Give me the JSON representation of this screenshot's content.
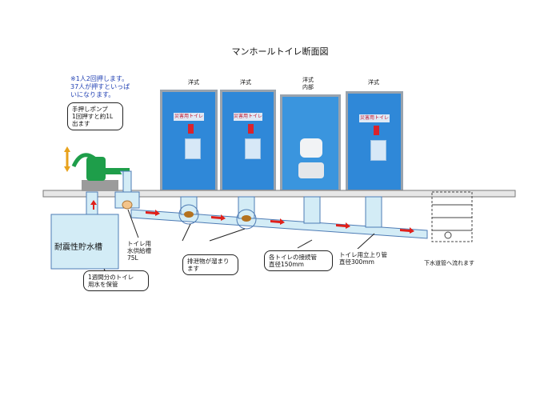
{
  "title": "マンホールトイレ断面図",
  "note": "※1人2回押します。\n37人が押すといっぱ\nいになります。",
  "toilets": [
    {
      "label": "洋式",
      "sign": "災害用トイレ"
    },
    {
      "label": "洋式",
      "sign": "災害用トイレ"
    },
    {
      "label": "洋式\n内部",
      "sign": ""
    },
    {
      "label": "洋式",
      "sign": "災害用トイレ"
    }
  ],
  "callouts": {
    "pump": "手押しポンプ\n1回押すと約1L\n出ます",
    "tank_label": "耐震性貯水槽",
    "tank_note": "1週間分のトイレ\n用水を保管",
    "supply": "トイレ用\n水供給槽\n75L",
    "waste": "排泄物が溜まり\nます",
    "pipe150": "各トイレの接続管\n直径150mm",
    "pipe300": "トイレ用立上り管\n直径300mm",
    "sewer": "下水道管へ流れます"
  },
  "colors": {
    "water": "#d3ecf6",
    "water_border": "#4e7cb5",
    "toilet": "#2f88d8",
    "arrow": "#e0201b",
    "pump": "#1e9e4a",
    "note": "#1f3fb3"
  }
}
